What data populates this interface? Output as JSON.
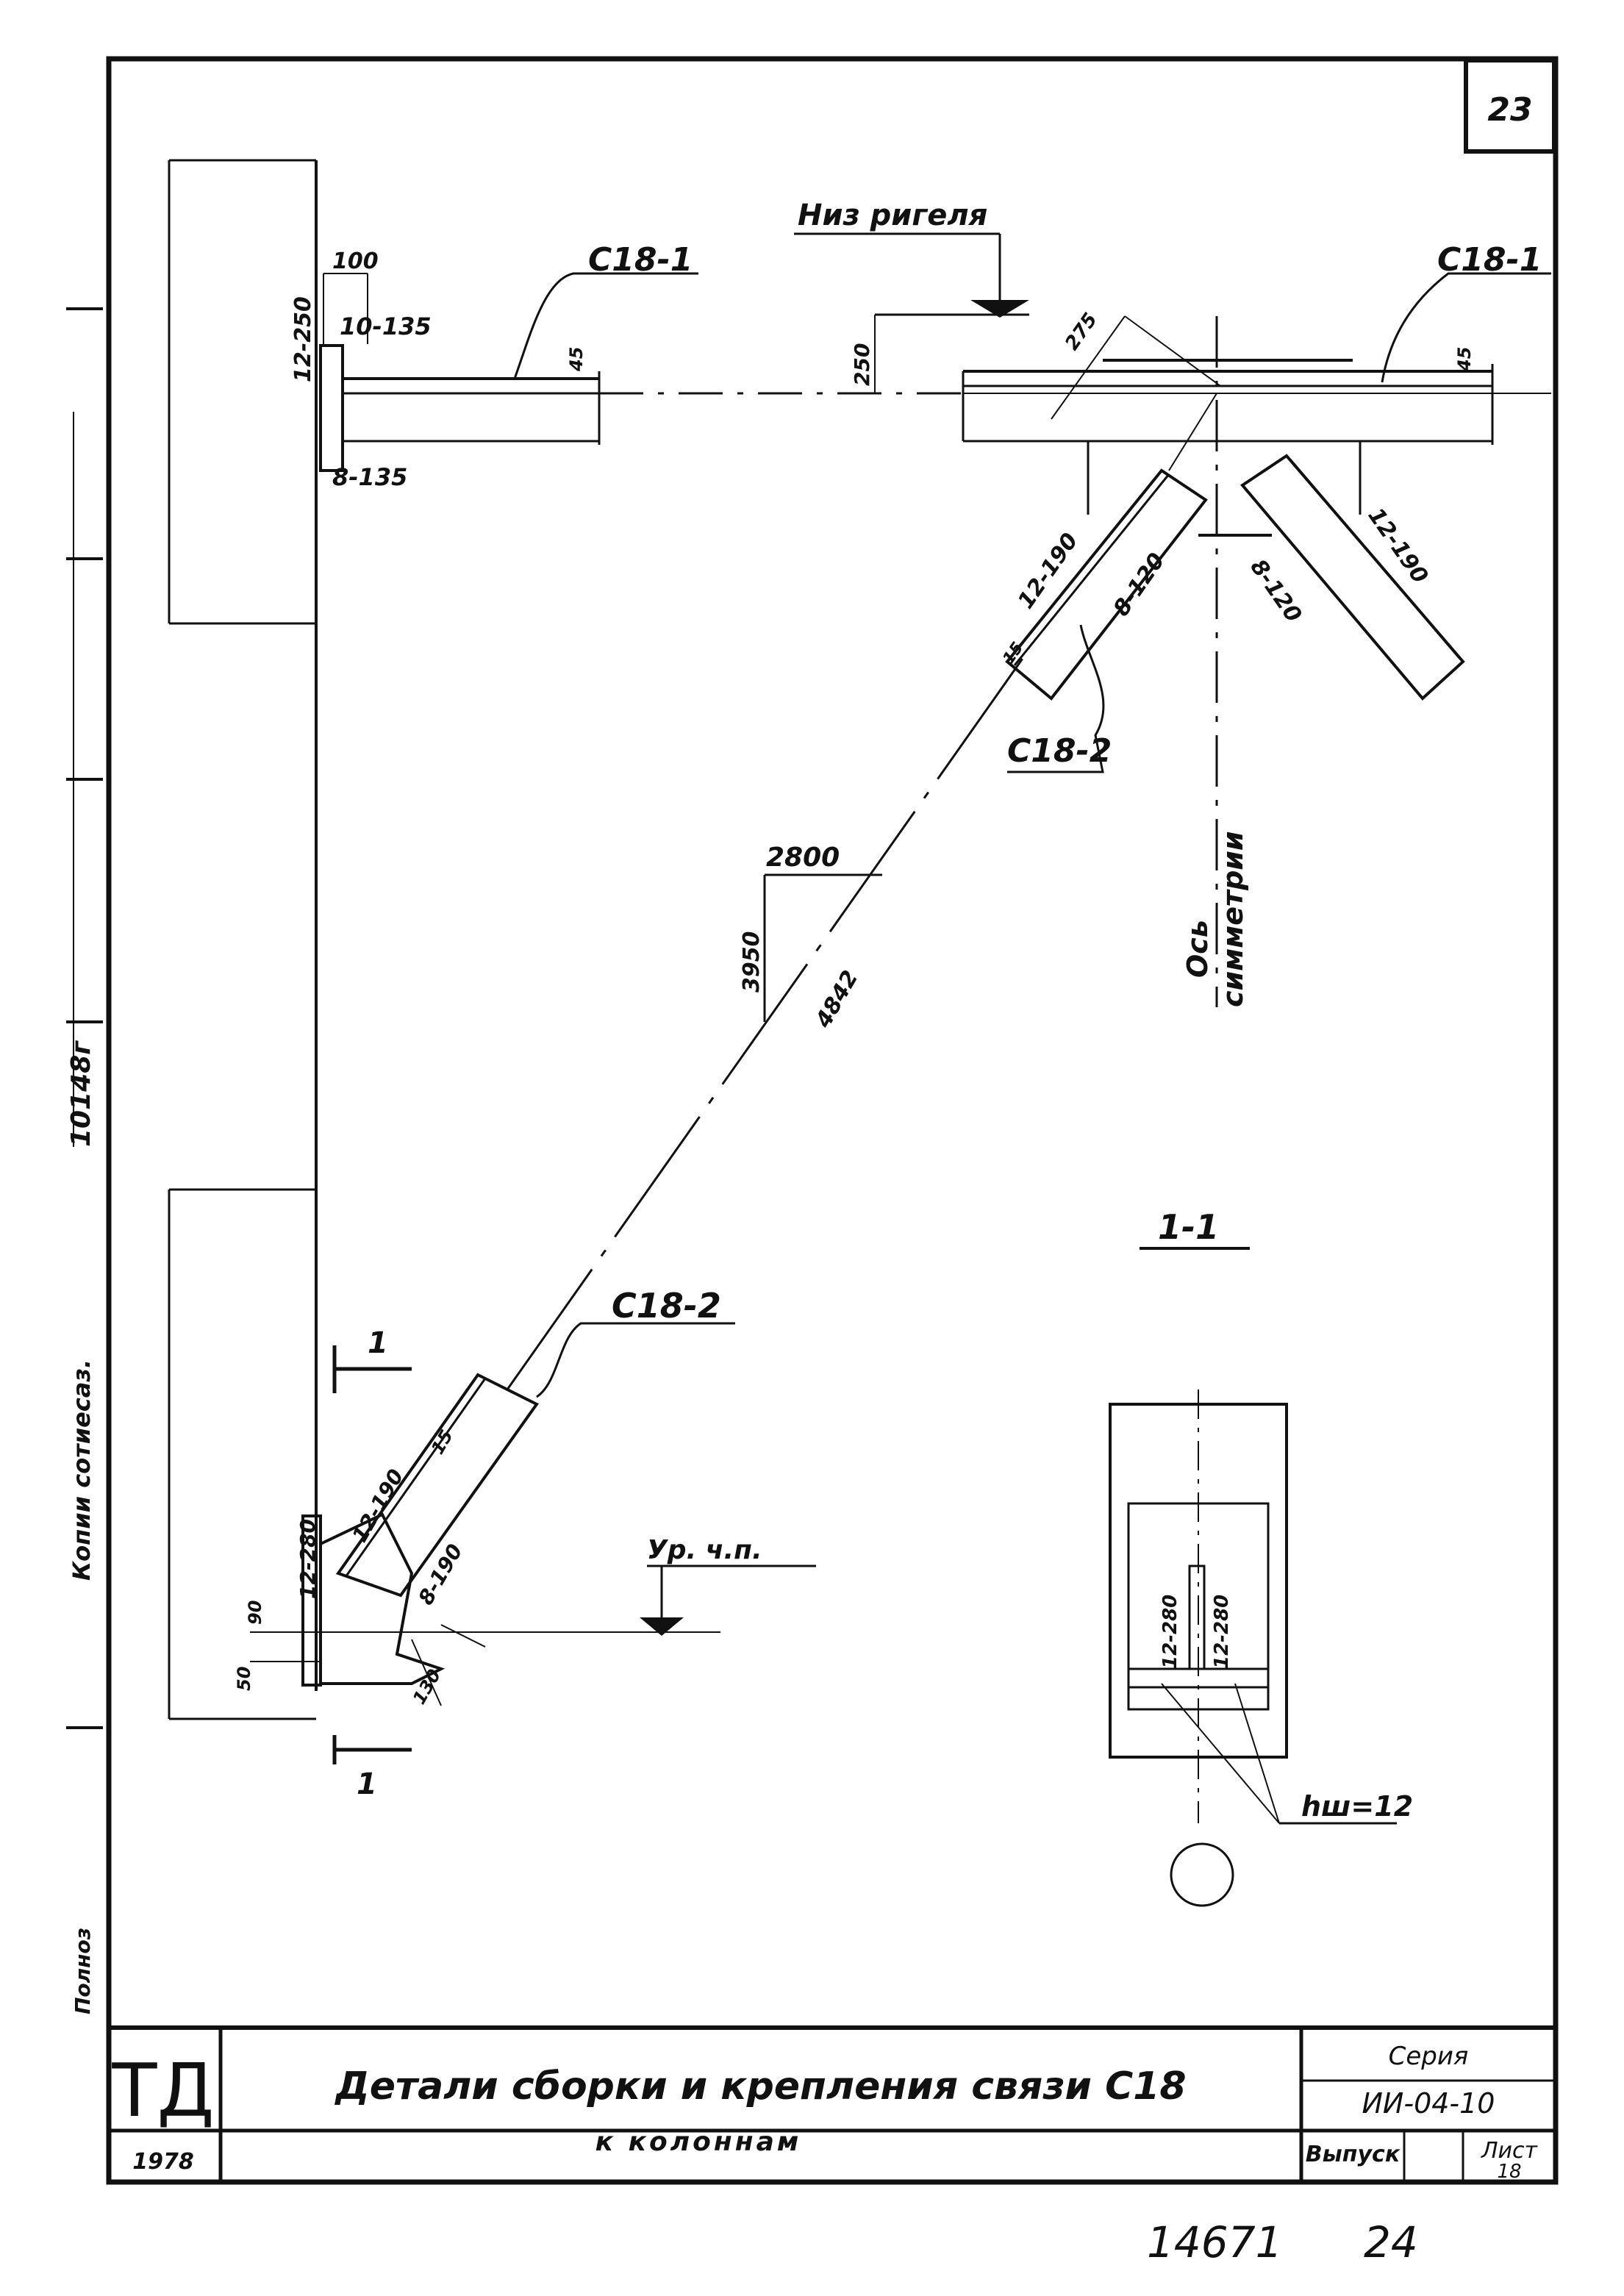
{
  "sheet": {
    "page_number": "23",
    "stamp_bottom_left": "1978",
    "bottom_number": "14671",
    "bottom_page": "24"
  },
  "title_block": {
    "logo": "ТД",
    "title_line1": "Детали сборки и крепления связи С18",
    "title_line2": "к колоннам",
    "series_label": "Серия",
    "series_value": "ИИ-04-10",
    "issue_label": "Выпуск",
    "sheet_label": "Лист",
    "sheet_value": "18"
  },
  "margin_text": {
    "left_top": "10148г",
    "left_mid": "Копии сотиесаз.",
    "left_bottom": "Полноз"
  },
  "top_left_detail": {
    "dim_100": "100",
    "weld_1": "10-135",
    "weld_2": "12-250",
    "weld_3": "8-135",
    "dim_45": "45",
    "mark": "С18-1"
  },
  "top_right_detail": {
    "level_label": "Низ ригеля",
    "dim_250": "250",
    "dim_275": "275",
    "dim_45": "45",
    "mark_top": "С18-1",
    "weld_left_a": "12-190",
    "weld_left_b": "8-120",
    "weld_right_a": "12-190",
    "weld_right_b": "8-120",
    "dim_15": "15",
    "mark_brace": "С18-2",
    "axis_label_1": "Ось",
    "axis_label_2": "симметрии"
  },
  "diagonal": {
    "dim_horizontal": "2800",
    "dim_vertical": "3950",
    "dim_length": "4842"
  },
  "bottom_left_detail": {
    "mark": "С18-2",
    "section_mark": "1",
    "dim_15": "15",
    "weld_1": "12-190",
    "weld_2": "12-280",
    "weld_3": "8-190",
    "dim_90": "90",
    "dim_50": "50",
    "dim_130": "130",
    "level_label": "Ур. ч.п."
  },
  "section_detail": {
    "title": "1-1",
    "weld_left": "12-280",
    "weld_right": "12-280",
    "weld_label": "hш=12"
  }
}
